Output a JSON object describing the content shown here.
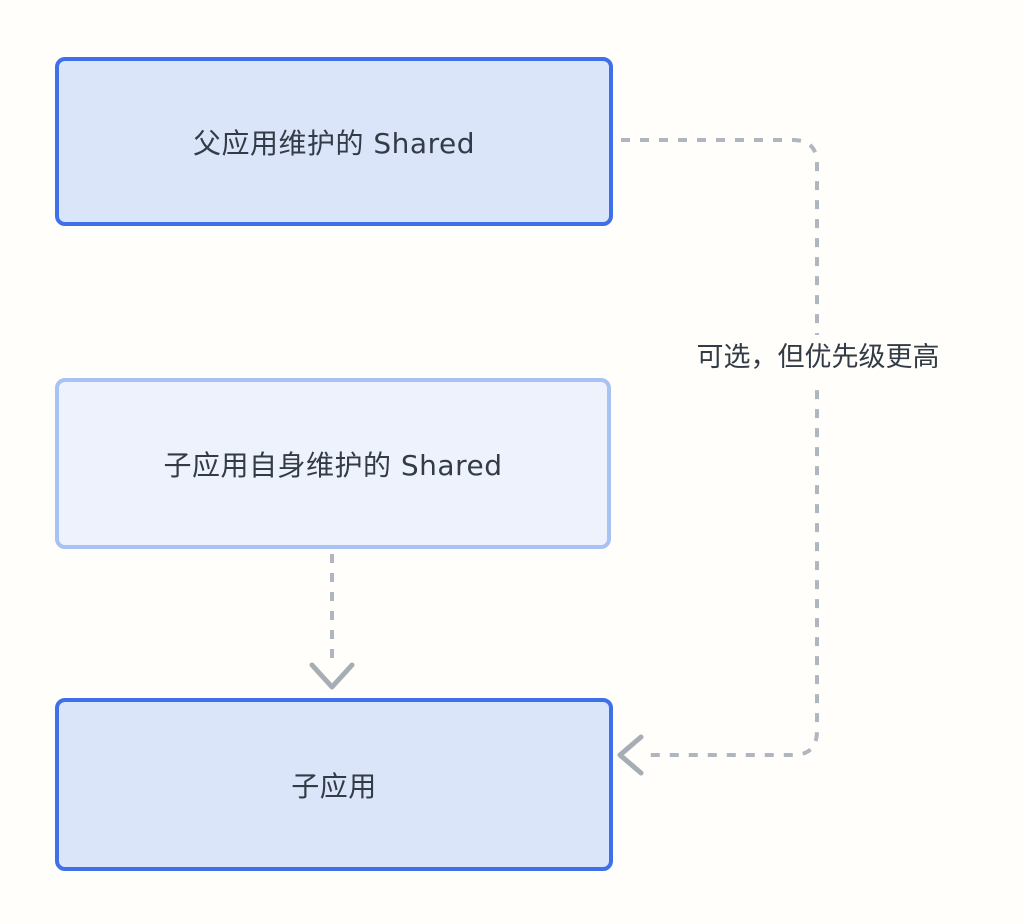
{
  "page": {
    "background": "#fffefa"
  },
  "diagram": {
    "title": "micro-frontend shared dependency priority diagram",
    "nodes": [
      {
        "id": "parent-shared",
        "label": "父应用维护的 Shared",
        "variant": "primary"
      },
      {
        "id": "child-shared",
        "label": "子应用自身维护的 Shared",
        "variant": "secondary"
      },
      {
        "id": "child-app",
        "label": "子应用",
        "variant": "primary"
      }
    ],
    "edges": [
      {
        "from": "parent-shared",
        "to": "child-app",
        "label": "可选，但优先级更高",
        "style": "dashed",
        "arrowhead": "open-chevron-left",
        "route": "right-down-left"
      },
      {
        "from": "child-shared",
        "to": "child-app",
        "label": "",
        "style": "dashed",
        "arrowhead": "open-chevron-down",
        "route": "straight-down"
      }
    ],
    "colors": {
      "primary_border": "#3e71e9",
      "primary_fill": "#dbe5f9",
      "secondary_border": "#a9c2f4",
      "secondary_fill": "#eef2fc",
      "connector": "#b0b6bd",
      "arrowhead": "#a6adb5",
      "text": "#333c46",
      "background": "#fffefa"
    }
  }
}
